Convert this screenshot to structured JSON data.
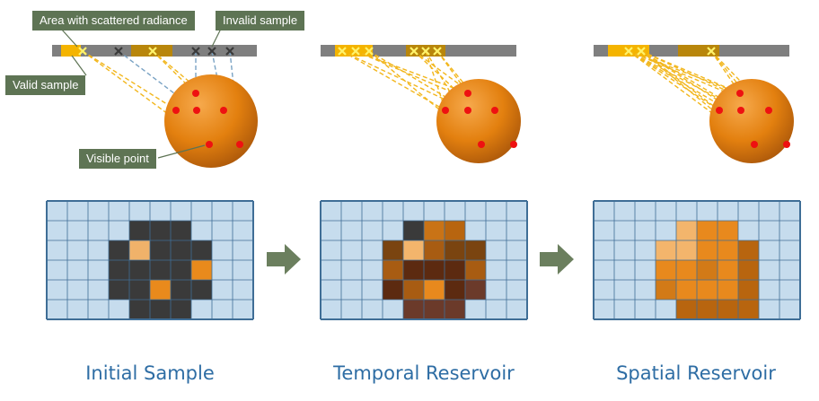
{
  "callouts": {
    "scattered_area": "Area with scattered radiance",
    "invalid_sample": "Invalid sample",
    "valid_sample": "Valid sample",
    "visible_point": "Visible point"
  },
  "panels": [
    {
      "caption": "Initial Sample"
    },
    {
      "caption": "Temporal Reservoir"
    },
    {
      "caption": "Spatial Reservoir"
    }
  ],
  "colors": {
    "grid_background": "#c6dced",
    "grid_line": "#3f6e96",
    "dark_cell": "#3a3a3a",
    "light_orange": "#f0b26a",
    "orange": "#e98a1c",
    "sample_bar": "#7f7f7f",
    "bright_area": "#f4b400",
    "dim_area": "#b8860b",
    "sphere": "#e3800f",
    "hit_point": "#ee1111",
    "valid_ray": "#f2b61c",
    "invalid_ray": "#7aa3c4",
    "arrow": "#6b7f5e"
  }
}
